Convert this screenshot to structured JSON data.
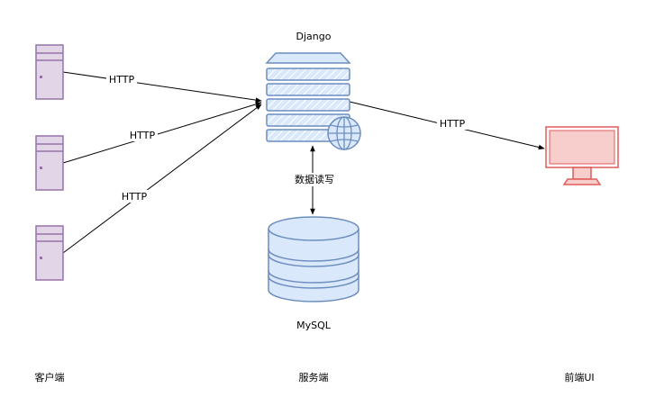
{
  "labels": {
    "server": "Django",
    "database": "MySQL",
    "client_section": "客户端",
    "server_section": "服务端",
    "frontend_section": "前端UI"
  },
  "edges": {
    "client1_to_server": "HTTP",
    "client2_to_server": "HTTP",
    "client3_to_server": "HTTP",
    "server_to_frontend": "HTTP",
    "server_db": "数据读写"
  },
  "colors": {
    "client_fill": "#e1d5e7",
    "client_stroke": "#9673a6",
    "server_fill": "#dae8fc",
    "server_stroke": "#6c8ebf",
    "monitor_fill": "#f8cecc",
    "monitor_stroke": "#e05b5b",
    "edge": "#000000"
  },
  "icons": {
    "client": "tower-computer-icon",
    "server": "server-rack-with-globe-icon",
    "database": "database-cylinder-icon",
    "frontend": "monitor-icon"
  }
}
